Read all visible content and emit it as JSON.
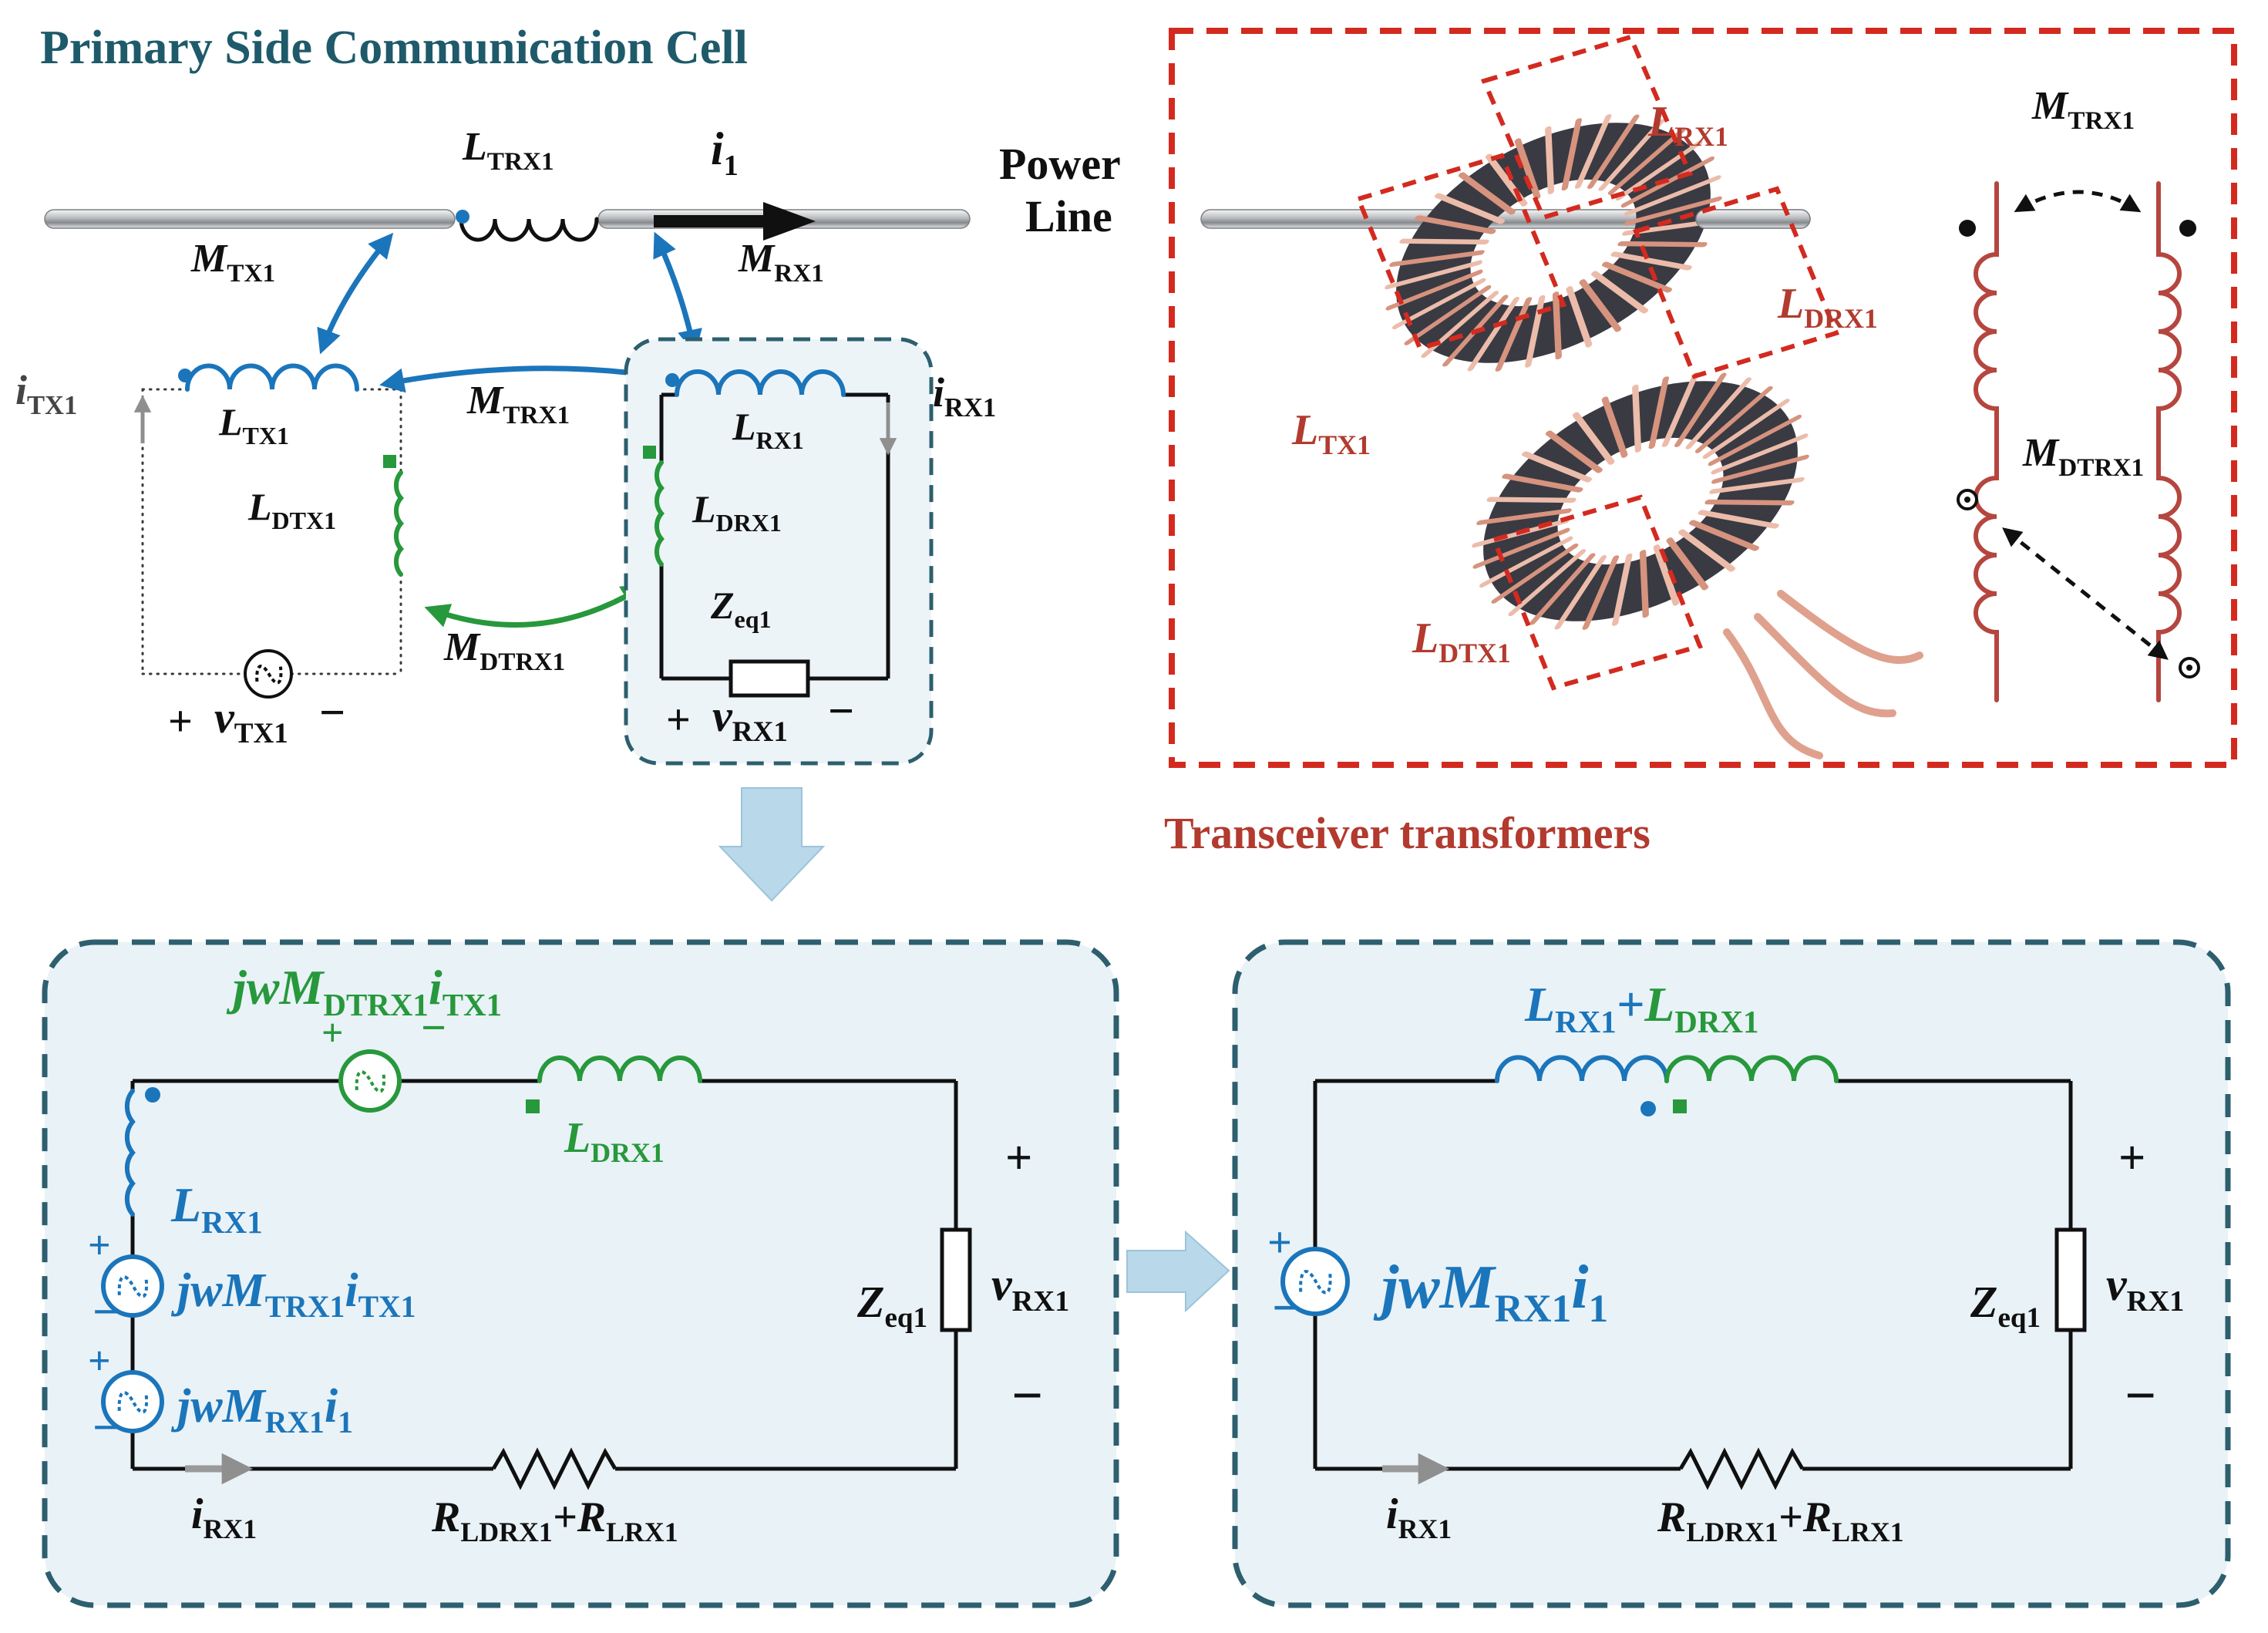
{
  "title": "Primary Side Communication Cell",
  "signs": {
    "plus": "+",
    "minus": "−"
  },
  "colors": {
    "teal": "#1e5a6a",
    "blue": "#1b75bb",
    "green": "#27983b",
    "red_dash": "#d32a1f",
    "dark_red": "#b23a2e",
    "box_fill": "#e9f2f7"
  },
  "top_left": {
    "l_trx1": {
      "m": "L",
      "s": "TRX1"
    },
    "i_1": {
      "m": "i",
      "s": "1"
    },
    "m_tx1": {
      "m": "M",
      "s": "TX1"
    },
    "m_rx1": {
      "m": "M",
      "s": "RX1"
    },
    "m_trx1": {
      "m": "M",
      "s": "TRX1"
    },
    "m_dtrx1": {
      "m": "M",
      "s": "DTRX1"
    },
    "i_tx1": {
      "m": "i",
      "s": "TX1"
    },
    "l_tx1": {
      "m": "L",
      "s": "TX1"
    },
    "l_dtx1": {
      "m": "L",
      "s": "DTX1"
    },
    "v_tx1": {
      "m": "v",
      "s": "TX1"
    },
    "l_rx1": {
      "m": "L",
      "s": "RX1"
    },
    "l_drx1": {
      "m": "L",
      "s": "DRX1"
    },
    "i_rx1": {
      "m": "i",
      "s": "RX1"
    },
    "z_eq1": {
      "m": "Z",
      "s": "eq1"
    },
    "v_rx1": {
      "m": "v",
      "s": "RX1"
    }
  },
  "transformers": {
    "power_line_line1": "Power",
    "power_line_line2": "Line",
    "l_rx1": {
      "m": "L",
      "s": "RX1"
    },
    "l_drx1": {
      "m": "L",
      "s": "DRX1"
    },
    "l_tx1": {
      "m": "L",
      "s": "TX1"
    },
    "l_dtx1": {
      "m": "L",
      "s": "DTX1"
    },
    "m_trx1": {
      "m": "M",
      "s": "TRX1"
    },
    "m_dtrx1": {
      "m": "M",
      "s": "DTRX1"
    },
    "caption": "Transceiver transformers"
  },
  "equiv_full": {
    "src_dtrx": {
      "p1": "jwM",
      "s1": "DTRX1",
      "p2": "i",
      "s2": "TX1"
    },
    "l_drx1": {
      "m": "L",
      "s": "DRX1"
    },
    "l_rx1": {
      "m": "L",
      "s": "RX1"
    },
    "src_trx": {
      "p1": "jwM",
      "s1": "TRX1",
      "p2": "i",
      "s2": "TX1"
    },
    "src_rx": {
      "p1": "jwM",
      "s1": "RX1",
      "p2": "i",
      "s2": "1"
    },
    "z_eq1": {
      "m": "Z",
      "s": "eq1"
    },
    "v_rx1": {
      "m": "v",
      "s": "RX1"
    },
    "i_rx1": {
      "m": "i",
      "s": "RX1"
    },
    "r_sum": {
      "p1": "R",
      "s1": "LDRX1",
      "p2": "+R",
      "s2": "LRX1"
    }
  },
  "equiv_simple": {
    "l_sum": {
      "b1": "L",
      "bs1": "RX1",
      "plus": "+",
      "g1": "L",
      "gs1": "DRX1"
    },
    "src_rx": {
      "p1": "jwM",
      "s1": "RX1",
      "p2": "i",
      "s2": "1"
    },
    "z_eq1": {
      "m": "Z",
      "s": "eq1"
    },
    "v_rx1": {
      "m": "v",
      "s": "RX1"
    },
    "i_rx1": {
      "m": "i",
      "s": "RX1"
    },
    "r_sum": {
      "p1": "R",
      "s1": "LDRX1",
      "p2": "+R",
      "s2": "LRX1"
    }
  }
}
